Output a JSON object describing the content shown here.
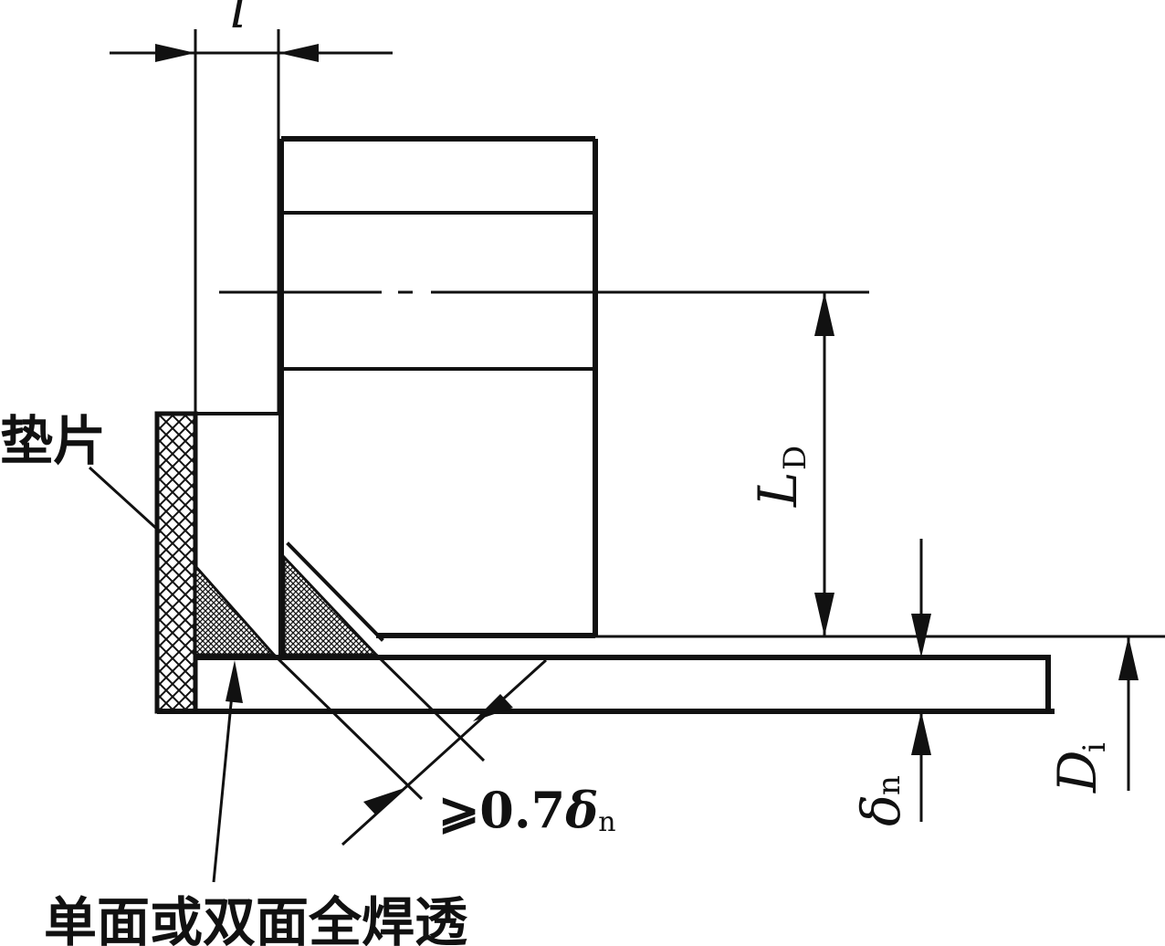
{
  "labels": {
    "gasket": "垫片",
    "weld_note": "单面或双面全焊透",
    "weld_size_ge": "⩾0.7",
    "weld_size_delta": "δ",
    "weld_size_sub": "n",
    "dim_l": "l",
    "dim_LD_main": "L",
    "dim_LD_sub": "D",
    "dim_delta_main": "δ",
    "dim_delta_sub": "n",
    "dim_Di_main": "D",
    "dim_Di_sub": "i"
  },
  "colors": {
    "line": "#111111",
    "background": "#ffffff"
  }
}
